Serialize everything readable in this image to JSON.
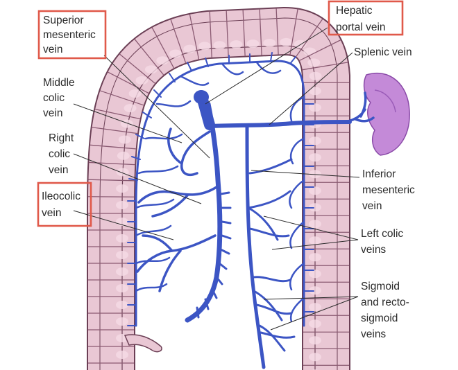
{
  "colors": {
    "colon_fill": "#e9c7d4",
    "colon_outline": "#6b3f55",
    "vein": "#3c55c4",
    "spleen": "#c48ad8",
    "highlight_box": "#e0594a"
  },
  "labels": {
    "superior_mesenteric": [
      "Superior",
      "mesenteric",
      "vein"
    ],
    "hepatic_portal": [
      "Hepatic",
      "portal vein"
    ],
    "splenic": [
      "Splenic vein"
    ],
    "middle_colic": [
      "Middle",
      "colic",
      "vein"
    ],
    "right_colic": [
      "Right",
      "colic",
      "vein"
    ],
    "ileocolic": [
      "Ileocolic",
      "vein"
    ],
    "inferior_mesenteric": [
      "Inferior",
      "mesenteric",
      "vein"
    ],
    "left_colic": [
      "Left colic",
      "veins"
    ],
    "sigmoid": [
      "Sigmoid",
      "and recto-",
      "sigmoid",
      "veins"
    ]
  },
  "highlighted": [
    "superior_mesenteric",
    "hepatic_portal",
    "ileocolic"
  ]
}
